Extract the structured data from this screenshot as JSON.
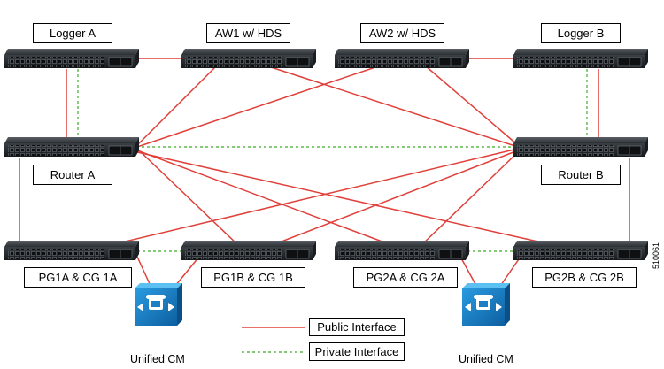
{
  "diagram": {
    "switches": [
      {
        "id": "logger-a",
        "label": "Logger A"
      },
      {
        "id": "aw1",
        "label": "AW1 w/ HDS"
      },
      {
        "id": "aw2",
        "label": "AW2 w/ HDS"
      },
      {
        "id": "logger-b",
        "label": "Logger B"
      },
      {
        "id": "router-a",
        "label": "Router A"
      },
      {
        "id": "router-b",
        "label": "Router B"
      },
      {
        "id": "pg1a",
        "label": "PG1A & CG 1A"
      },
      {
        "id": "pg1b",
        "label": "PG1B & CG 1B"
      },
      {
        "id": "pg2a",
        "label": "PG2A & CG 2A"
      },
      {
        "id": "pg2b",
        "label": "PG2B & CG 2B"
      }
    ],
    "servers": [
      {
        "id": "ucm-1",
        "label": "Unified CM"
      },
      {
        "id": "ucm-2",
        "label": "Unified CM"
      }
    ],
    "legend": {
      "public": "Public Interface",
      "private": "Private Interface"
    },
    "colors": {
      "public": "#e0403a",
      "private": "#5bb84a",
      "switch_body": "#2b2f33",
      "server_blue": "#1c7fc4"
    },
    "figure_number": "510061"
  }
}
